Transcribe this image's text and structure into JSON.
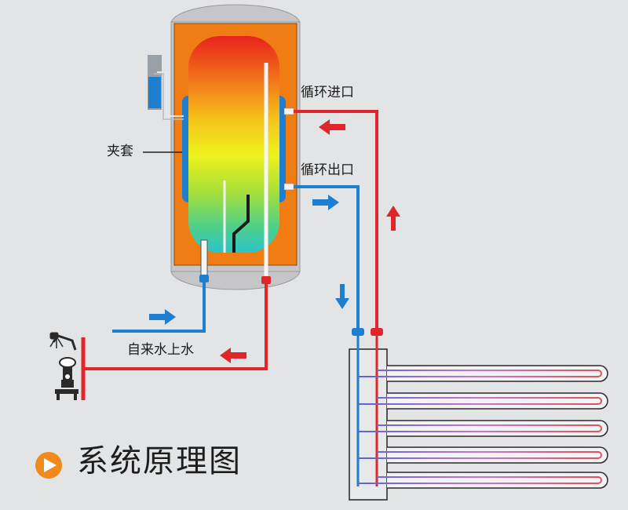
{
  "labels": {
    "jacket": "夹套",
    "loop_inlet": "循环进口",
    "loop_outlet": "循环出口",
    "tap_water": "自来水上水"
  },
  "title": "系统原理图",
  "colors": {
    "background": "#e3e4e6",
    "hot_pipe": "#e0262b",
    "cold_pipe": "#1e7fd0",
    "tank_shell": "#f07d14",
    "title_bullet": "#f08a1a"
  },
  "icons": {
    "title_bullet": "orange-circle-play-icon",
    "faucet": "shower-faucet-icon"
  }
}
